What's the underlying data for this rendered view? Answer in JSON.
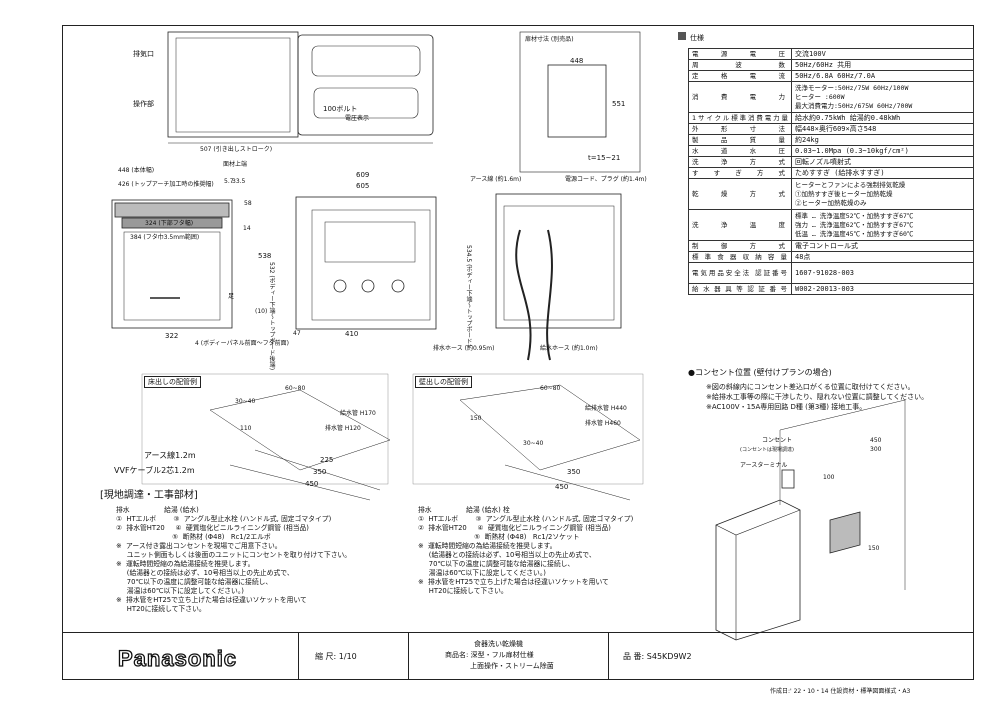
{
  "spec": {
    "title": "仕様",
    "rows": [
      {
        "k": "電源電圧",
        "v": "交流100V"
      },
      {
        "k": "周波数",
        "v": "50Hz/60Hz 共用"
      },
      {
        "k": "定格電流",
        "v": "50Hz/6.8A 60Hz/7.0A"
      },
      {
        "k": "消費電力",
        "v1": "洗浄モーター:50Hz/75W 60Hz/100W",
        "v2": "ヒーター :600W",
        "v3": "最大消費電力:50Hz/675W 60Hz/700W"
      },
      {
        "k": "1サイクル標準消費電力量",
        "v": "給水約0.75kWh 給湯約0.48kWh"
      },
      {
        "k": "外形寸法",
        "v": "幅448×奥行609×高さ548"
      },
      {
        "k": "製品質量",
        "v": "約24kg"
      },
      {
        "k": "水道水圧",
        "v": "0.03~1.0Mpa (0.3~10kgf/cm²)"
      },
      {
        "k": "洗浄方式",
        "v": "回転ノズル噴射式"
      },
      {
        "k": "すすぎ方式",
        "v": "ためすすぎ (給排水すすぎ)"
      },
      {
        "k": "乾燥方式",
        "v1": "ヒーターとファンによる強制排気乾燥",
        "v2": "①加熱すすぎ後ヒーター加熱乾燥",
        "v3": "②ヒーター加熱乾燥のみ"
      },
      {
        "k": "洗浄温度",
        "v1": "標準 … 洗浄温度52℃・加熱すすぎ67℃",
        "v2": "強力 … 洗浄温度62℃・加熱すすぎ67℃",
        "v3": "低温 … 洗浄温度45℃・加熱すすぎ60℃"
      },
      {
        "k": "制御方式",
        "v": "電子コントロール式"
      },
      {
        "k": "標準食器収納容量",
        "v": "48点"
      },
      {
        "k": "電気用品安全法 認証番号",
        "v": "1607-91028-003"
      },
      {
        "k": "給水器具等認証番号",
        "v": "W002-20013-003"
      }
    ]
  },
  "drawing": {
    "panel_size_title": "扉材寸法 (別売品)",
    "panel_w": "448",
    "panel_h": "551",
    "panel_t": "t=15~21",
    "lbl_exhaust": "排気口",
    "lbl_control": "操作部",
    "lbl_100volt": "100ボルト",
    "lbl_power_display": "電圧表示",
    "dim_507": "507 (引き出しストローク)",
    "dim_448": "448 (本体幅)",
    "dim_426": "426 (トップアーチ加工時の推奨幅)",
    "lbl_top": "面材上端",
    "dim_609": "609",
    "dim_605": "605",
    "dim_322": "322",
    "dim_410": "410",
    "dim_47": "47",
    "dim_538": "538",
    "dim_532": "532 (ボディー下端～トップボード後端)",
    "dim_534": "534.5 (ボディー下端～トップボード)",
    "dim_384": "384 (フタ巾3.5mm範囲)",
    "dim_324": "324 (下部フタ幅)",
    "lbl_foot": "足",
    "dim_4": "4 (ボディーパネル前面～フタ前面)",
    "dim_10": "(10)",
    "dim_14": "14",
    "dim_57": "5.7",
    "dim_335": "33.5",
    "dim_58": "58",
    "lbl_earth": "アース線 (約1.6m)",
    "lbl_cord": "電源コード、プラグ (約1.4m)",
    "lbl_drain": "排水ホース (約0.95m)",
    "lbl_supply": "給水ホース (約1.0m)"
  },
  "piping": {
    "floor_title": "床出しの配管例",
    "wall_title": "壁出しの配管例",
    "earth_wire": "アース線1.2m",
    "vvf_cable": "VVFケーブル2芯1.2m",
    "d_225": "225",
    "d_350": "350",
    "d_450": "450",
    "d_3040": "30~40",
    "d_6080": "60~80",
    "d_110": "110",
    "d_150": "150",
    "d_170": "給水管 H170",
    "d_120": "排水管 H120",
    "d_440": "給排水管 H440",
    "d_460": "排水管 H460"
  },
  "materials": {
    "title": "[現地調達・工事部材]",
    "left_notes": "排水                給湯 (給水)\n①  HTエルボ        ③  アングル型止水栓 (ハンドル式, 固定ゴマタイプ)\n②  排水管HT20     ④  硬質塩化ビニルライニング鋼管 (相当品)\n                          ⑤  断熱材 (Φ48)   Rc1/2エルボ\n※  アース付き露出コンセントを現場でご用意下さい。\n     ユニット側面もしくは後面のユニットにコンセントを取り付けて下さい。\n※  運転時間短縮の為給湯接続を推奨します。\n     (給湯器との接続は必ず、10号相当以上の先止め式で、\n     70℃以下の温度に調整可能な給湯器に接続し、\n     湯温は60℃以下に設定してください。)\n※  排水管をHT25で立ち上げた場合は径違いソケットを用いて\n     HT20に接続して下さい。",
    "right_notes": "排水                給湯 (給水) 栓\n①  HTエルボ        ③  アングル型止水栓 (ハンドル式, 固定ゴマタイプ)\n②  排水管HT20     ④  硬質塩化ビニルライニング鋼管 (相当品)\n                          ⑤  断熱材 (Φ48)   Rc1/2ソケット\n※  運転時間短縮の為給湯接続を推奨します。\n     (給湯器との接続は必ず、10号相当以上の先止め式で、\n     70℃以下の温度に調整可能な給湯器に接続し、\n     湯温は60℃以下に設定してください。)\n※  排水管をHT25で立ち上げた場合は径違いソケットを用いて\n     HT20に接続して下さい。"
  },
  "outlet": {
    "title": "●コンセント位置 (壁付けプランの場合)",
    "notes": "※図の斜線内にコンセント差込口がくる位置に取付けてください。\n※給排水工事等の際に干渉したり、隠れない位置に調整してください。\n※AC100V・15A専用回路 D種 (第3種) 接地工事。",
    "lbl_outlet": "コンセント",
    "lbl_outlet_sub": "(コンセントは現場調達)",
    "lbl_earth_terminal": "アースターミナル",
    "d_450": "450",
    "d_300": "300",
    "d_100": "100",
    "d_150": "150"
  },
  "title_block": {
    "brand": "Panasonic",
    "scale": "縮 尺:  1/10",
    "product_line1": "食器洗い乾燥機",
    "product_line2": "商品名:  深型・フル扉材仕様",
    "product_line3": "上面操作・ストリーム除菌",
    "model": "品 番:  S45KD9W2",
    "footer": "作成日:' 22・10・14     住設資材・標準図面様式・A3"
  }
}
